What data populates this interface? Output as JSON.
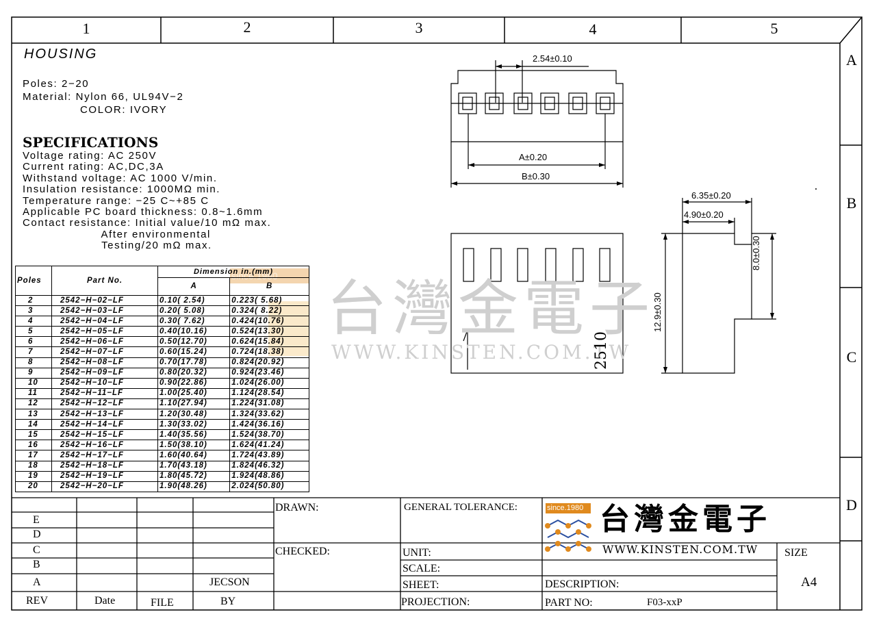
{
  "frame": {
    "columns": [
      "1",
      "2",
      "3",
      "4",
      "5"
    ],
    "rows": [
      "A",
      "B",
      "C",
      "D"
    ]
  },
  "housing": {
    "title": "HOUSING",
    "poles": "Poles: 2−20",
    "material": "Material: Nylon 66, UL94V−2",
    "color": "COLOR: IVORY"
  },
  "specifications": {
    "title": "SPECIFICATIONS",
    "lines": [
      "Voltage rating: AC 250V",
      "Current rating: AC,DC,3A",
      "Withstand voltage: AC 1000 V/min.",
      "Insulation resistance: 1000MΩ min.",
      "Temperature range: −25 C~+85 C",
      "Applicable PC board thickness: 0.8~1.6mm",
      "Contact resistance: Initial value/10 mΩ max.",
      "                    After environmental",
      "                    Testing/20 mΩ max."
    ]
  },
  "parts_table": {
    "headers": {
      "poles": "Poles",
      "part_no": "Part No.",
      "dimension": "Dimension in.(mm)",
      "a": "A",
      "b": "B"
    },
    "rows": [
      [
        "2",
        "2542−H−02−LF",
        "0.10( 2.54)",
        "0.223( 5.68)"
      ],
      [
        "3",
        "2542−H−03−LF",
        "0.20( 5.08)",
        "0.324( 8.22)"
      ],
      [
        "4",
        "2542−H−04−LF",
        "0.30( 7.62)",
        "0.424(10.76)"
      ],
      [
        "5",
        "2542−H−05−LF",
        "0.40(10.16)",
        "0.524(13.30)"
      ],
      [
        "6",
        "2542−H−06−LF",
        "0.50(12.70)",
        "0.624(15.84)"
      ],
      [
        "7",
        "2542−H−07−LF",
        "0.60(15.24)",
        "0.724(18.38)"
      ],
      [
        "8",
        "2542−H−08−LF",
        "0.70(17.78)",
        "0.824(20.92)"
      ],
      [
        "9",
        "2542−H−09−LF",
        "0.80(20.32)",
        "0.924(23.46)"
      ],
      [
        "10",
        "2542−H−10−LF",
        "0.90(22.86)",
        "1.024(26.00)"
      ],
      [
        "11",
        "2542−H−11−LF",
        "1.00(25.40)",
        "1.124(28.54)"
      ],
      [
        "12",
        "2542−H−12−LF",
        "1.10(27.94)",
        "1.224(31.08)"
      ],
      [
        "13",
        "2542−H−13−LF",
        "1.20(30.48)",
        "1.324(33.62)"
      ],
      [
        "14",
        "2542−H−14−LF",
        "1.30(33.02)",
        "1.424(36.16)"
      ],
      [
        "15",
        "2542−H−15−LF",
        "1.40(35.56)",
        "1.524(38.70)"
      ],
      [
        "16",
        "2542−H−16−LF",
        "1.50(38.10)",
        "1.624(41.24)"
      ],
      [
        "17",
        "2542−H−17−LF",
        "1.60(40.64)",
        "1.724(43.89)"
      ],
      [
        "18",
        "2542−H−18−LF",
        "1.70(43.18)",
        "1.824(46.32)"
      ],
      [
        "19",
        "2542−H−19−LF",
        "1.80(45.72)",
        "1.924(48.86)"
      ],
      [
        "20",
        "2542−H−20−LF",
        "1.90(48.26)",
        "2.024(50.80)"
      ]
    ]
  },
  "dimensions": {
    "pitch": "2.54±0.10",
    "a": "A±0.20",
    "b": "B±0.30",
    "w1": "6.35±0.20",
    "w2": "4.90±0.20",
    "h1": "12.9±0.30",
    "h2": "8.0±0.30",
    "marking": "2510"
  },
  "watermark": {
    "chinese": "台灣金電子",
    "url": "WWW.KINSTEN.COM.TW",
    "since": "since.1980"
  },
  "title_block": {
    "rev_letters": [
      "E",
      "D",
      "C",
      "B",
      "A"
    ],
    "rev_label": "REV",
    "date_label": "Date",
    "file_label": "FILE",
    "by_label": "BY",
    "by_name": "JECSON",
    "drawn": "DRAWN:",
    "checked": "CHECKED:",
    "general_tolerance": "GENERAL TOLERANCE:",
    "unit": "UNIT:",
    "scale": "SCALE:",
    "sheet": "SHEET:",
    "projection": "PROJECTION:",
    "logo_since": "since.1980",
    "logo_chinese": "台灣金電子",
    "logo_url": "WWW.KINSTEN.COM.TW",
    "size_label": "SIZE",
    "size_value": "A4",
    "description": "DESCRIPTION:",
    "part_no_label": "PART NO:",
    "part_no_value": "F03-xxP"
  }
}
